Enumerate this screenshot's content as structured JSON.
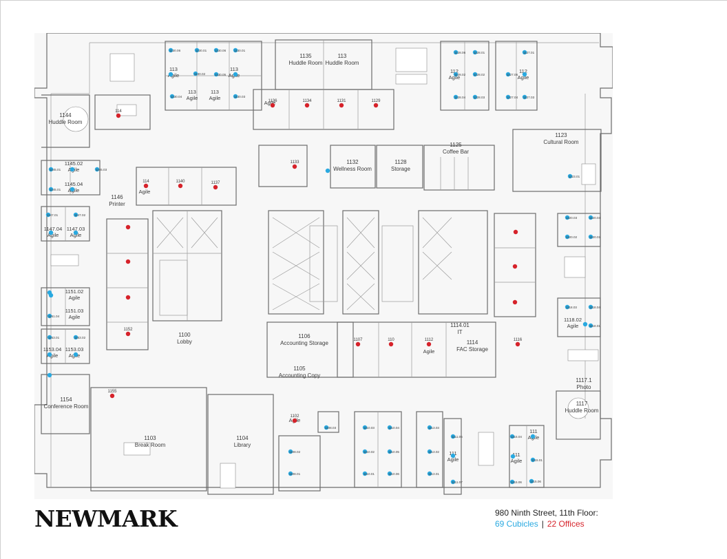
{
  "brand": {
    "logo_text": "NEWMARK"
  },
  "footer": {
    "address": "980 Ninth Street, 11th Floor:",
    "cubicles": "69 Cubicles",
    "separator": "|",
    "offices": "22 Offices"
  },
  "colors": {
    "cubicle": "#29a9e0",
    "office": "#d6222a",
    "wall": "#6c6c6c",
    "background": "#f7f7f7"
  },
  "rooms": [
    {
      "id": "huddle-1135",
      "lines": [
        "1135",
        "Huddle Room"
      ]
    },
    {
      "id": "huddle-113x",
      "lines": [
        "113",
        "Huddle Room"
      ]
    },
    {
      "id": "huddle-1144",
      "lines": [
        "1144",
        "Huddle Room"
      ]
    },
    {
      "id": "cultural-1123",
      "lines": [
        "1123",
        "Cultural Room"
      ]
    },
    {
      "id": "coffee-1125",
      "lines": [
        "1125",
        "Coffee Bar"
      ]
    },
    {
      "id": "wellness-1132",
      "lines": [
        "1132",
        "Wellness Room"
      ]
    },
    {
      "id": "storage-1128",
      "lines": [
        "1128",
        "Storage"
      ]
    },
    {
      "id": "printer-1146",
      "lines": [
        "1146",
        "Printer"
      ]
    },
    {
      "id": "lobby-1100",
      "lines": [
        "1100",
        "Lobby"
      ]
    },
    {
      "id": "acct-storage-1106",
      "lines": [
        "1106",
        "Accounting Storage"
      ]
    },
    {
      "id": "acct-copy-1105",
      "lines": [
        "1105",
        "Accounting Copy"
      ]
    },
    {
      "id": "it-1114",
      "lines": [
        "1114.01",
        "IT"
      ]
    },
    {
      "id": "fac-1114",
      "lines": [
        "1114",
        "FAC Storage"
      ]
    },
    {
      "id": "photo-1117",
      "lines": [
        "1117.1",
        "Photo"
      ]
    },
    {
      "id": "huddle-1117",
      "lines": [
        "1117",
        "Huddle Room"
      ]
    },
    {
      "id": "conference-1154",
      "lines": [
        "1154",
        "Conference Room"
      ]
    },
    {
      "id": "break-1103",
      "lines": [
        "1103",
        "Break Room"
      ]
    },
    {
      "id": "library-1104",
      "lines": [
        "1104",
        "Library"
      ]
    }
  ],
  "zones": [
    {
      "id": "agile-nw-1",
      "lines": [
        "113",
        "Agile"
      ]
    },
    {
      "id": "agile-nw-2",
      "lines": [
        "113",
        "Agile"
      ]
    },
    {
      "id": "agile-nw-3",
      "lines": [
        "113",
        "Agile"
      ]
    },
    {
      "id": "agile-nw-4",
      "lines": [
        "113",
        "Agile"
      ]
    },
    {
      "id": "agile-ne-1",
      "lines": [
        "112",
        "Agile"
      ]
    },
    {
      "id": "agile-ne-2",
      "lines": [
        "112",
        "Agile"
      ]
    },
    {
      "id": "agile-1145-02",
      "lines": [
        "1145.02",
        "Agile"
      ]
    },
    {
      "id": "agile-1145-04",
      "lines": [
        "1145.04",
        "Agile"
      ]
    },
    {
      "id": "agile-1147-04",
      "lines": [
        "1147.04",
        "Agile"
      ]
    },
    {
      "id": "agile-1147-03",
      "lines": [
        "1147.03",
        "Agile"
      ]
    },
    {
      "id": "agile-1151-02",
      "lines": [
        "1151.02",
        "Agile"
      ]
    },
    {
      "id": "agile-1151-03",
      "lines": [
        "1151.03",
        "Agile"
      ]
    },
    {
      "id": "agile-1153-04",
      "lines": [
        "1153.04",
        "Agile"
      ]
    },
    {
      "id": "agile-1153-03",
      "lines": [
        "1153.03",
        "Agile"
      ]
    },
    {
      "id": "agile-1118-02",
      "lines": [
        "1118.02",
        "Agile"
      ]
    },
    {
      "id": "agile-se-1",
      "lines": [
        "111",
        "Agile"
      ]
    },
    {
      "id": "agile-se-2",
      "lines": [
        "111",
        "Agile"
      ]
    },
    {
      "id": "agile-se-3",
      "lines": [
        "111",
        "Agile"
      ]
    },
    {
      "id": "agile-office-1",
      "lines": [
        "Agile"
      ]
    },
    {
      "id": "agile-office-2",
      "lines": [
        "Agile"
      ]
    },
    {
      "id": "agile-office-3",
      "lines": [
        "Agile"
      ]
    },
    {
      "id": "agile-office-4",
      "lines": [
        "Agile"
      ]
    }
  ],
  "offices": [
    {
      "id": "o1136",
      "label": "1136"
    },
    {
      "id": "o1134",
      "label": "1134"
    },
    {
      "id": "o1131",
      "label": "1131"
    },
    {
      "id": "o1129",
      "label": "1129"
    },
    {
      "id": "o-nw",
      "label": "114"
    },
    {
      "id": "o1133",
      "label": "1133"
    },
    {
      "id": "o-a1",
      "label": "114"
    },
    {
      "id": "o-a2",
      "label": "1140"
    },
    {
      "id": "o-a3",
      "label": "1137"
    },
    {
      "id": "o1152",
      "label": "1152"
    },
    {
      "id": "o1155",
      "label": "1155"
    },
    {
      "id": "o1107",
      "label": "1107"
    },
    {
      "id": "o-acct2",
      "label": "110"
    },
    {
      "id": "o-acct3",
      "label": "1112"
    },
    {
      "id": "o1116",
      "label": "1116"
    },
    {
      "id": "o-lib",
      "label": "1102"
    },
    {
      "id": "o-e1",
      "label": ""
    },
    {
      "id": "o-e2",
      "label": ""
    },
    {
      "id": "o-e3",
      "label": ""
    },
    {
      "id": "o-w1",
      "label": ""
    },
    {
      "id": "o-w2",
      "label": ""
    },
    {
      "id": "o-w3",
      "label": ""
    }
  ],
  "cubicles": [
    {
      "id": "c1",
      "label": "1130.06"
    },
    {
      "id": "c2",
      "label": "1130.01"
    },
    {
      "id": "c3",
      "label": "1130.06"
    },
    {
      "id": "c4",
      "label": "1130.01"
    },
    {
      "id": "c5",
      "label": "1130.02"
    },
    {
      "id": "c6",
      "label": "1130.05"
    },
    {
      "id": "c7",
      "label": "1130.04"
    },
    {
      "id": "c8",
      "label": "1130.03"
    },
    {
      "id": "c9",
      "label": ""
    },
    {
      "id": "c10",
      "label": ""
    },
    {
      "id": "c11",
      "label": "1128.06"
    },
    {
      "id": "c12",
      "label": "1128.01"
    },
    {
      "id": "c13",
      "label": "1128.02"
    },
    {
      "id": "c14",
      "label": "1128.02"
    },
    {
      "id": "c15",
      "label": "1128.04"
    },
    {
      "id": "c16",
      "label": "1128.03"
    },
    {
      "id": "c17",
      "label": "1127.01"
    },
    {
      "id": "c18",
      "label": "1127.05"
    },
    {
      "id": "c19",
      "label": ""
    },
    {
      "id": "c20",
      "label": "1127.04"
    },
    {
      "id": "c21",
      "label": "1127.03"
    },
    {
      "id": "c22",
      "label": "1145.01"
    },
    {
      "id": "c23",
      "label": "1145.03"
    },
    {
      "id": "c24",
      "label": "1145.01"
    },
    {
      "id": "c25",
      "label": "1147.01"
    },
    {
      "id": "c26",
      "label": "1147.02"
    },
    {
      "id": "c27",
      "label": ""
    },
    {
      "id": "c28",
      "label": ""
    },
    {
      "id": "c29",
      "label": "1151.04"
    },
    {
      "id": "c30",
      "label": ""
    },
    {
      "id": "c31",
      "label": "1153.01"
    },
    {
      "id": "c32",
      "label": "1153.02"
    },
    {
      "id": "c33",
      "label": ""
    },
    {
      "id": "c34",
      "label": ""
    },
    {
      "id": "c35",
      "label": "1123.01"
    },
    {
      "id": "c36",
      "label": "1120.03"
    },
    {
      "id": "c37",
      "label": "1120.04"
    },
    {
      "id": "c38",
      "label": "1120.02"
    },
    {
      "id": "c39",
      "label": "1120.01"
    },
    {
      "id": "c40",
      "label": "1118.03"
    },
    {
      "id": "c41",
      "label": "1118.04"
    },
    {
      "id": "c42",
      "label": "1118.01"
    },
    {
      "id": "c43",
      "label": "1108.03"
    },
    {
      "id": "c44",
      "label": "1108.02"
    },
    {
      "id": "c45",
      "label": "1108.01"
    },
    {
      "id": "c46",
      "label": "1110.03"
    },
    {
      "id": "c47",
      "label": "1110.04"
    },
    {
      "id": "c48",
      "label": "1110.02"
    },
    {
      "id": "c49",
      "label": "1110.05"
    },
    {
      "id": "c50",
      "label": "1110.01"
    },
    {
      "id": "c51",
      "label": "1110.06"
    },
    {
      "id": "c52",
      "label": "1113.03"
    },
    {
      "id": "c53",
      "label": "1113.02"
    },
    {
      "id": "c54",
      "label": "1113.01"
    },
    {
      "id": "c55",
      "label": "1111.05"
    },
    {
      "id": "c56",
      "label": ""
    },
    {
      "id": "c57",
      "label": "1111.07"
    },
    {
      "id": "c58",
      "label": "1115.04"
    },
    {
      "id": "c59",
      "label": ""
    },
    {
      "id": "c60",
      "label": "1115.06"
    },
    {
      "id": "c61",
      "label": "1115.06"
    },
    {
      "id": "c62",
      "label": "1115.01"
    },
    {
      "id": "c63",
      "label": ""
    },
    {
      "id": "c64",
      "label": ""
    },
    {
      "id": "c65",
      "label": ""
    },
    {
      "id": "c66",
      "label": ""
    },
    {
      "id": "c67",
      "label": ""
    },
    {
      "id": "c68",
      "label": ""
    },
    {
      "id": "c69",
      "label": ""
    }
  ]
}
